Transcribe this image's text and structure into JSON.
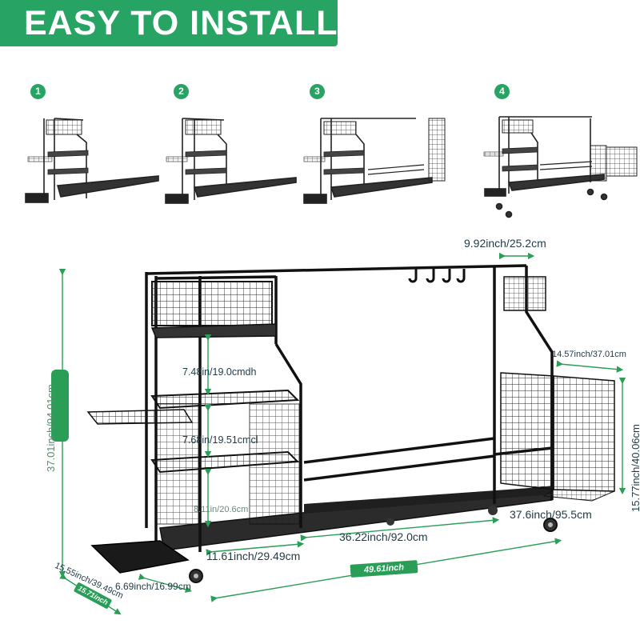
{
  "banner": {
    "title": "EASY TO INSTALL",
    "color": "#27a463"
  },
  "steps": [
    "1",
    "2",
    "3",
    "4"
  ],
  "dimensions": {
    "hook_width": "9.92inch/25.2cm",
    "basket_width": "14.57inch/37.01cm",
    "basket_height": "15.77inch/40.06cm",
    "total_height": "37.01inch/94.01cm",
    "shelf_gap_top": "7.48in/19.0cmdh",
    "shelf_gap_mid": "7.68in/19.51cmcl",
    "shelf_gap_low": "8.11in/20.6cm",
    "base_width": "36.22inch/92.0cm",
    "depth": "37.6inch/95.5cm",
    "tower_width": "11.61inch/29.49cm",
    "total_width": "49.61inch",
    "tray_width": "15.55inch/39.49cm",
    "tray_depth": "6.69inch/16.99cm",
    "tray_pill": "15.71inch"
  },
  "icons": [
    "assembly-step-illustration",
    "rack-illustration",
    "wheel-icon"
  ]
}
